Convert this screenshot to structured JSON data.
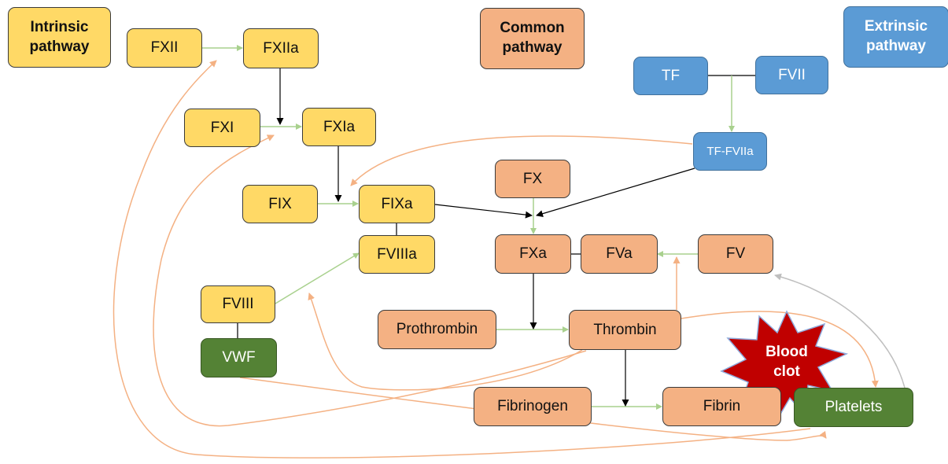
{
  "legend": {
    "intrinsic": "Intrinsic pathway",
    "common": "Common pathway",
    "extrinsic": "Extrinsic pathway"
  },
  "nodes": {
    "fxii": "FXII",
    "fxiia": "FXIIa",
    "fxi": "FXI",
    "fxia": "FXIa",
    "fix": "FIX",
    "fixa": "FIXa",
    "fviiia": "FVIIIa",
    "fviii": "FVIII",
    "vwf": "VWF",
    "tf": "TF",
    "fvii": "FVII",
    "tf_fviia": "TF-FVIIa",
    "fx": "FX",
    "fxa": "FXa",
    "fva": "FVa",
    "fv": "FV",
    "prothrombin": "Prothrombin",
    "thrombin": "Thrombin",
    "fibrinogen": "Fibrinogen",
    "fibrin": "Fibrin",
    "platelets": "Platelets"
  },
  "blood_clot": "Blood clot",
  "colors": {
    "intrinsic": "#ffd966",
    "common": "#f4b183",
    "extrinsic": "#5b9bd5",
    "platelet": "#548235",
    "activation_arrow": "#a9d18e",
    "feedback_arrow": "#f4b183",
    "conversion_arrow": "#000000",
    "platelet_arrow": "#bfbfbf",
    "blood_clot": "#c00000"
  }
}
